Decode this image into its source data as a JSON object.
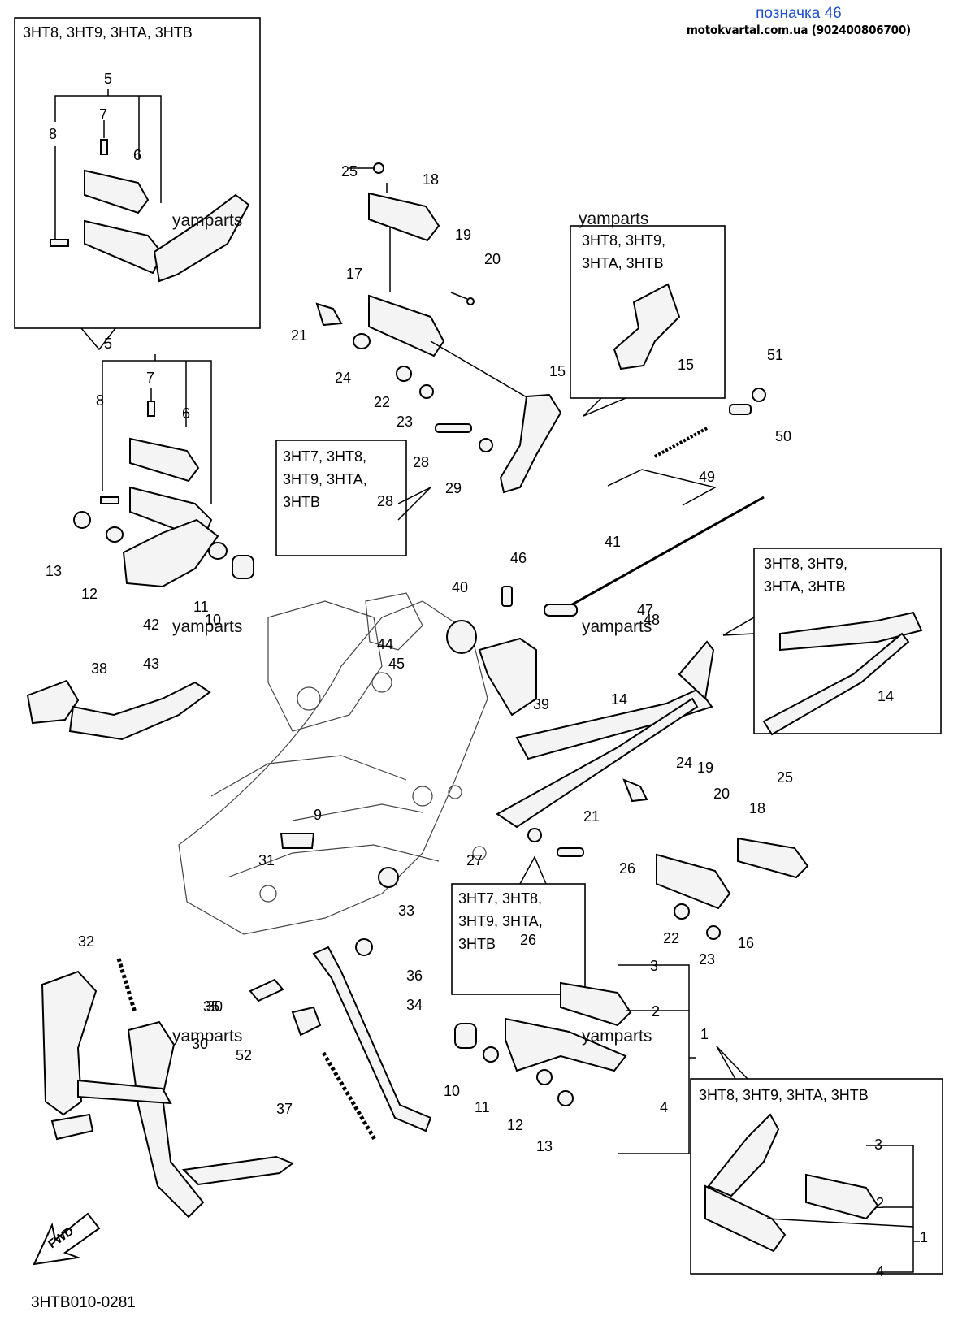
{
  "header": {
    "tag": "позначка 46",
    "source": "motokvartal.com.ua (902400806700)"
  },
  "diagram_code": "3HTB010-0281",
  "fwd_label": "FWD",
  "watermark": "yamparts",
  "boxes": {
    "top_left": "3HT8, 3HT9, 3HTA, 3HTB",
    "upper_right": "3HT8, 3HT9,\n3HTA, 3HTB",
    "mid_left": "3HT7, 3HT8,\n3HT9, 3HTA,\n3HTB",
    "mid_right": "3HT8, 3HT9,\n3HTA, 3HTB",
    "lower_mid": "3HT7, 3HT8,\n3HT9, 3HTA,\n3HTB",
    "bottom_right": "3HT8, 3HT9, 3HTA, 3HTB"
  },
  "labels": [
    "1",
    "2",
    "3",
    "4",
    "5",
    "6",
    "7",
    "8",
    "9",
    "10",
    "11",
    "12",
    "13",
    "14",
    "15",
    "16",
    "17",
    "18",
    "19",
    "20",
    "21",
    "22",
    "23",
    "24",
    "25",
    "26",
    "27",
    "28",
    "29",
    "30",
    "31",
    "32",
    "33",
    "34",
    "35",
    "36",
    "37",
    "38",
    "39",
    "40",
    "41",
    "42",
    "43",
    "44",
    "45",
    "46",
    "47",
    "48",
    "49",
    "50",
    "51",
    "52"
  ]
}
